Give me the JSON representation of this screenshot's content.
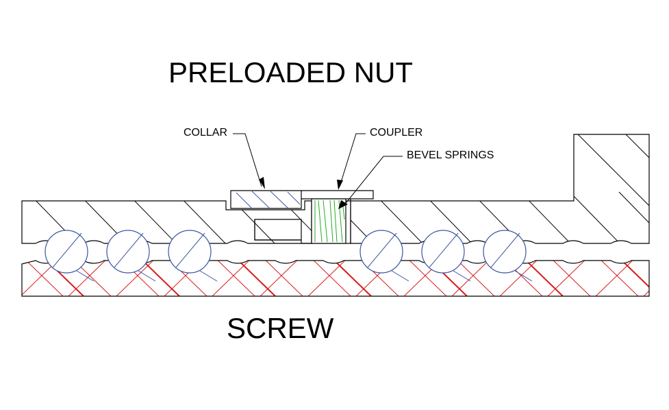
{
  "title": "PRELOADED NUT",
  "bottom_label": "SCREW",
  "callouts": {
    "collar": "COLLAR",
    "coupler": "COUPLER",
    "bevel_springs": "BEVEL SPRINGS"
  },
  "colors": {
    "outline": "#000000",
    "ball_hatch": "#3b55a0",
    "screw_hatch": "#d81b1b",
    "spring_hatch": "#22aa22"
  }
}
